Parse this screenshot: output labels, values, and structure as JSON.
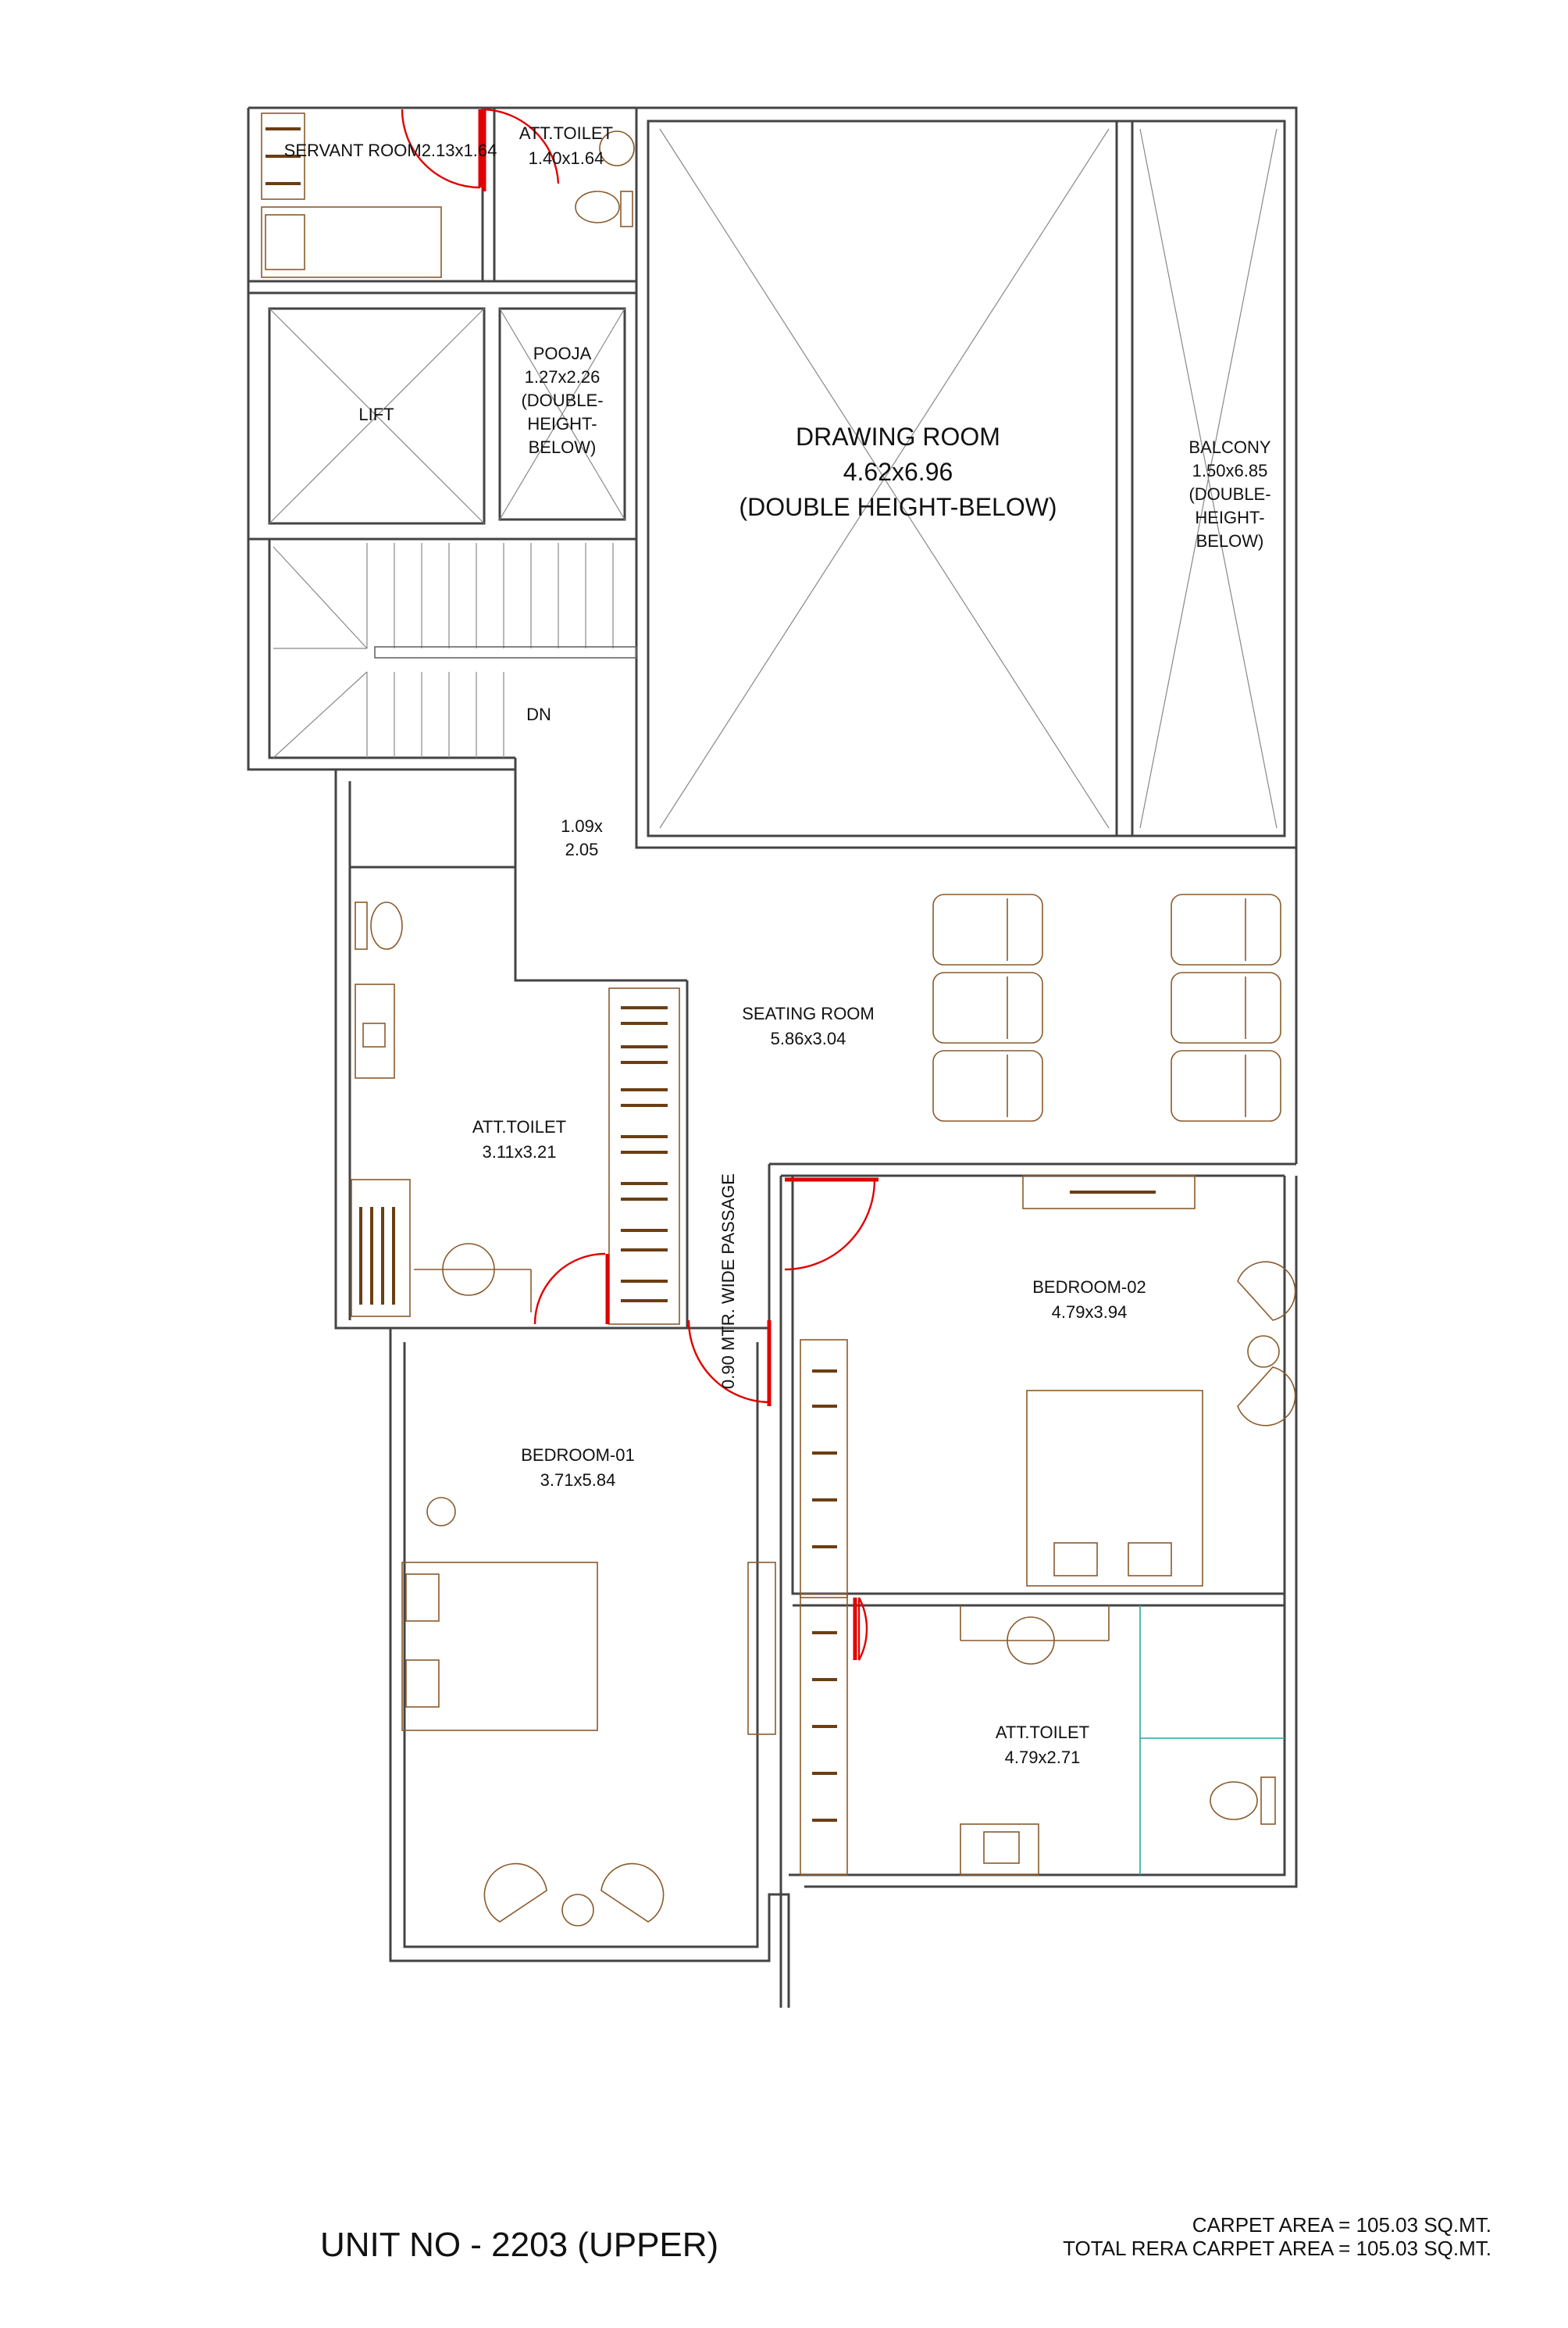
{
  "rooms": {
    "servant_room": "SERVANT ROOM2.13x1.64",
    "att_toilet_top": {
      "name": "ATT.TOILET",
      "size": "1.40x1.64"
    },
    "lift": "LIFT",
    "pooja": {
      "name": "POOJA",
      "size": "1.27x2.26",
      "note1": "(DOUBLE-",
      "note2": "HEIGHT-",
      "note3": "BELOW)"
    },
    "drawing_room": {
      "name": "DRAWING ROOM",
      "size": "4.62x6.96",
      "note": "(DOUBLE HEIGHT-BELOW)"
    },
    "balcony": {
      "name": "BALCONY",
      "size": "1.50x6.85",
      "note1": "(DOUBLE-",
      "note2": "HEIGHT-",
      "note3": "BELOW)"
    },
    "stair_dn": "DN",
    "lobby": {
      "line1": "1.09x",
      "line2": "2.05"
    },
    "seating_room": {
      "name": "SEATING ROOM",
      "size": "5.86x3.04"
    },
    "att_toilet_left": {
      "name": "ATT.TOILET",
      "size": "3.11x3.21"
    },
    "passage": "0.90 MTR. WIDE PASSAGE",
    "bedroom_02": {
      "name": "BEDROOM-02",
      "size": "4.79x3.94"
    },
    "bedroom_01": {
      "name": "BEDROOM-01",
      "size": "3.71x5.84"
    },
    "att_toilet_right": {
      "name": "ATT.TOILET",
      "size": "4.79x2.71"
    }
  },
  "footer": {
    "unit": "UNIT NO - 2203 (UPPER)",
    "carpet_area": "CARPET AREA = 105.03 SQ.MT.",
    "total_rera": "TOTAL RERA CARPET AREA = 105.03 SQ.MT."
  }
}
